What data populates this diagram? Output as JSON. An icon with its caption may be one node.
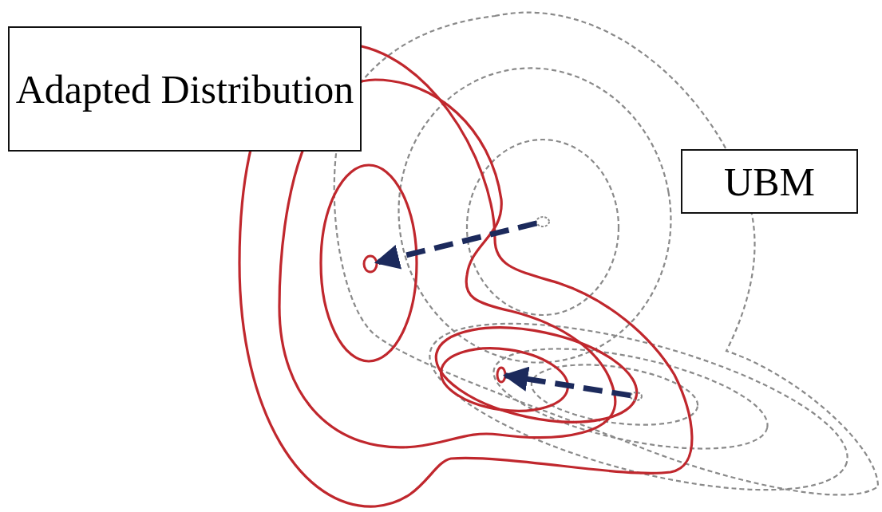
{
  "diagram": {
    "nodes": [
      {
        "text": [
          "Adapted Distribution"
        ]
      },
      {
        "text": [
          "UBM"
        ]
      },
      {
        "text": [],
        "shape": "circle"
      },
      {
        "text": [],
        "shape": "circle"
      },
      {
        "text": [],
        "shape": "circle"
      },
      {
        "text": [],
        "shape": "circle"
      }
    ],
    "edges": [
      {
        "from": 2,
        "to": 3,
        "arrow": "to",
        "style": "dashed",
        "color": "#1c2a5c"
      },
      {
        "from": 4,
        "to": 5,
        "arrow": "to",
        "style": "dashed",
        "color": "#1c2a5c"
      }
    ]
  }
}
